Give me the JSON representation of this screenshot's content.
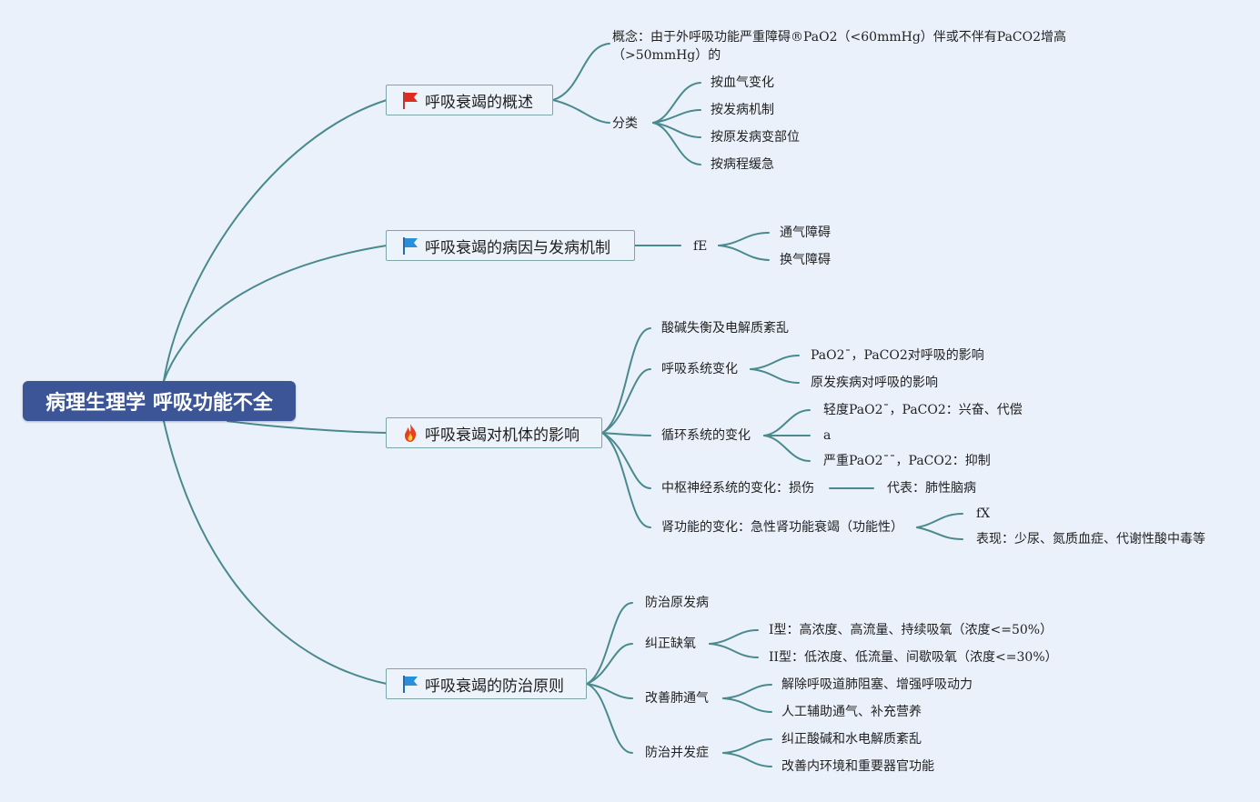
{
  "root": "病理生理学 呼吸功能不全",
  "branches": [
    {
      "label": "呼吸衰竭的概述",
      "icon": "red-flag-icon",
      "items": {
        "concept_line1": "概念：由于外呼吸功能严重障碍®PaO2（<60mmHg）伴或不伴有PaCO2增高",
        "concept_line2": "（>50mmHg）的",
        "classify": "分类",
        "classify_children": [
          "按血气变化",
          "按发病机制",
          "按原发病变部位",
          "按病程缓急"
        ]
      }
    },
    {
      "label": "呼吸衰竭的病因与发病机制",
      "icon": "blue-flag-icon",
      "items": {
        "fe": "fE",
        "fe_children": [
          "通气障碍",
          "换气障碍"
        ]
      }
    },
    {
      "label": "呼吸衰竭对机体的影响",
      "icon": "fire-icon",
      "items": {
        "acid": "酸碱失衡及电解质紊乱",
        "resp": "呼吸系统变化",
        "resp_children": [
          "PaO2¯，PaCO2对呼吸的影响",
          "原发疾病对呼吸的影响"
        ],
        "circ": "循环系统的变化",
        "circ_children": [
          "轻度PaO2¯，PaCO2：兴奋、代偿",
          "a",
          "严重PaO2¯¯，PaCO2：抑制"
        ],
        "cns": "中枢神经系统的变化：损伤",
        "cns_child": "代表：肺性脑病",
        "kidney": "肾功能的变化：急性肾功能衰竭（功能性）",
        "kidney_children": [
          "fX",
          "表现：少尿、氮质血症、代谢性酸中毒等"
        ]
      }
    },
    {
      "label": "呼吸衰竭的防治原则",
      "icon": "blue-flag-icon",
      "items": {
        "primary": "防治原发病",
        "oxygen": "纠正缺氧",
        "oxygen_children": [
          "I型：高浓度、高流量、持续吸氧（浓度<=50%）",
          "II型：低浓度、低流量、间歇吸氧（浓度<=30%）"
        ],
        "vent": "改善肺通气",
        "vent_children": [
          "解除呼吸道肺阻塞、增强呼吸动力",
          "人工辅助通气、补充营养"
        ],
        "comp": "防治并发症",
        "comp_children": [
          "纠正酸碱和水电解质紊乱",
          "改善内环境和重要器官功能"
        ]
      }
    }
  ],
  "colors": {
    "root_bg": "#3b5597",
    "branch_border": "#7ea6a8",
    "link": "#4a8a8c",
    "background": "#eaf1fb"
  }
}
